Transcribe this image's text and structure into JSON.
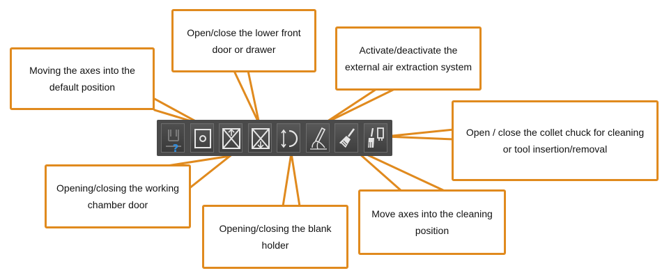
{
  "callouts": {
    "home_axes": "Moving the axes into the\ndefault position",
    "lower_front_door": "Open/close the lower front\ndoor or drawer",
    "air_extraction": "Activate/deactivate the\nexternal air extraction system",
    "collet_chuck": "Open / close the collet chuck for cleaning\nor tool insertion/removal",
    "working_chamber_door": "Opening/closing the working\nchamber door",
    "blank_holder": "Opening/closing the blank\nholder",
    "cleaning_position": "Move axes into the cleaning\nposition"
  },
  "toolbar": {
    "buttons": [
      {
        "id": "help",
        "icon": "help-icon",
        "state": "disabled"
      },
      {
        "id": "home",
        "icon": "home-position-icon"
      },
      {
        "id": "chamber-door",
        "icon": "chamber-door-icon"
      },
      {
        "id": "front-door",
        "icon": "front-door-icon"
      },
      {
        "id": "blank-holder",
        "icon": "blank-holder-icon"
      },
      {
        "id": "air-extraction",
        "icon": "air-extraction-icon"
      },
      {
        "id": "cleaning",
        "icon": "cleaning-brush-icon"
      },
      {
        "id": "collet",
        "icon": "collet-chuck-icon"
      }
    ]
  },
  "colors": {
    "accent": "#e08a1e",
    "toolbar_bg": "#4a4a4a",
    "icon_stroke": "#e6e6e6",
    "help_mark": "#2f8ee0"
  }
}
